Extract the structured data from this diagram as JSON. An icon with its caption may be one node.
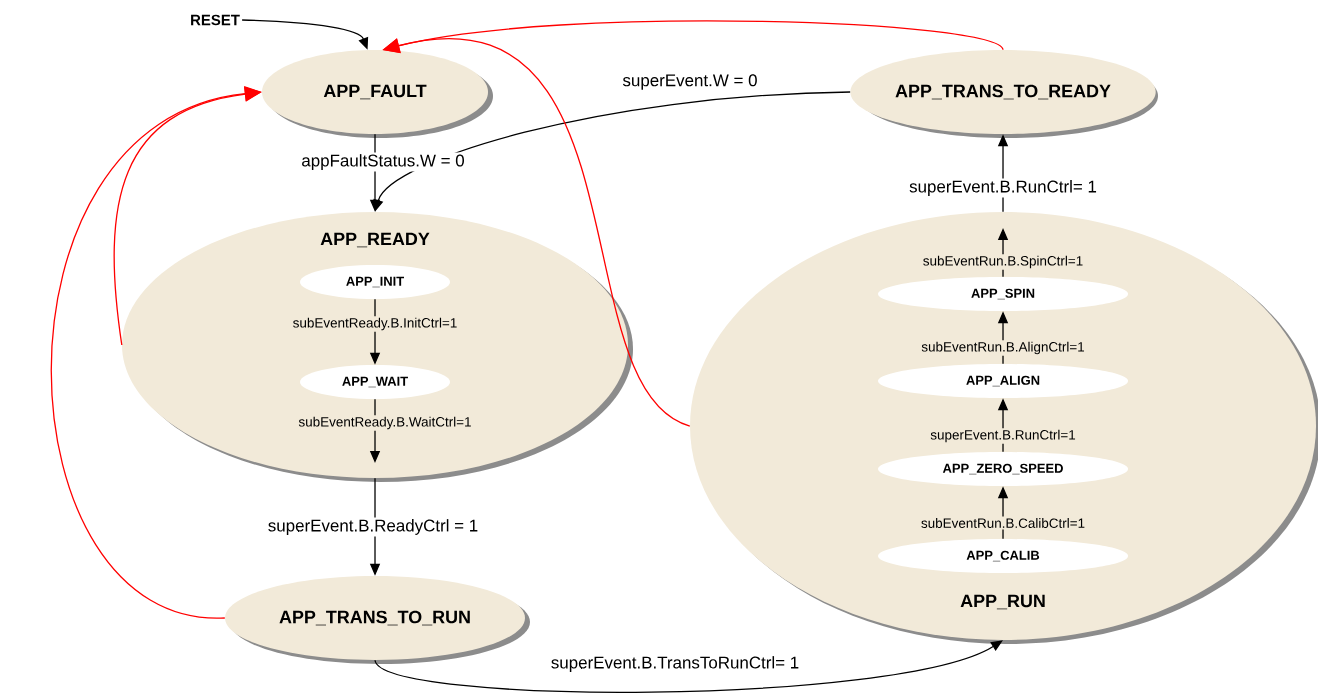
{
  "diagram": {
    "nodes": [
      {
        "text": [
          "RESET"
        ]
      },
      {
        "text": [
          "APP_FAULT"
        ]
      },
      {
        "text": [
          "APP_READY"
        ]
      },
      {
        "text": [
          "APP_INIT"
        ],
        "in": 2
      },
      {
        "text": [
          "APP_WAIT"
        ],
        "in": 2
      },
      {
        "text": [
          "APP_TRANS_TO_RUN"
        ]
      },
      {
        "text": [
          "APP_TRANS_TO_READY"
        ]
      },
      {
        "text": [
          "APP_RUN"
        ]
      },
      {
        "text": [
          "APP_SPIN"
        ],
        "in": 7
      },
      {
        "text": [
          "APP_ALIGN"
        ],
        "in": 7
      },
      {
        "text": [
          "APP_ZERO_SPEED"
        ],
        "in": 7
      },
      {
        "text": [
          "APP_CALIB"
        ],
        "in": 7
      }
    ],
    "edges": [
      {
        "from": 0,
        "to": 1,
        "arrow": "to"
      },
      {
        "from": 1,
        "to": 2,
        "arrow": "to",
        "label": "appFaultStatus.W = 0"
      },
      {
        "from": 6,
        "to": 2,
        "arrow": "to",
        "label": "superEvent.W = 0"
      },
      {
        "from": 3,
        "to": 4,
        "arrow": "to",
        "label": "subEventReady.B.InitCtrl=1"
      },
      {
        "from": 4,
        "to": null,
        "arrow": "to",
        "label": "subEventReady.B.WaitCtrl=1"
      },
      {
        "from": 2,
        "to": 5,
        "arrow": "to",
        "label": "superEvent.B.ReadyCtrl = 1"
      },
      {
        "from": 5,
        "to": 7,
        "arrow": "to",
        "label": "superEvent.B.TransToRunCtrl= 1"
      },
      {
        "from": 11,
        "to": 10,
        "arrow": "to",
        "label": "subEventRun.B.CalibCtrl=1"
      },
      {
        "from": 10,
        "to": 9,
        "arrow": "to",
        "label": "superEvent.B.RunCtrl=1"
      },
      {
        "from": 9,
        "to": 8,
        "arrow": "to",
        "label": "subEventRun.B.AlignCtrl=1"
      },
      {
        "from": 8,
        "to": null,
        "arrow": "to",
        "label": "subEventRun.B.SpinCtrl=1"
      },
      {
        "from": 7,
        "to": 6,
        "arrow": "to",
        "label": "superEvent.B.RunCtrl= 1"
      },
      {
        "from": 6,
        "to": 1,
        "arrow": "to",
        "color": "#ff0000"
      },
      {
        "from": 7,
        "to": 1,
        "arrow": "to",
        "color": "#ff0000"
      },
      {
        "from": 2,
        "to": 1,
        "arrow": "to",
        "color": "#ff0000"
      },
      {
        "from": 5,
        "to": 1,
        "arrow": "to",
        "color": "#ff0000"
      }
    ]
  }
}
